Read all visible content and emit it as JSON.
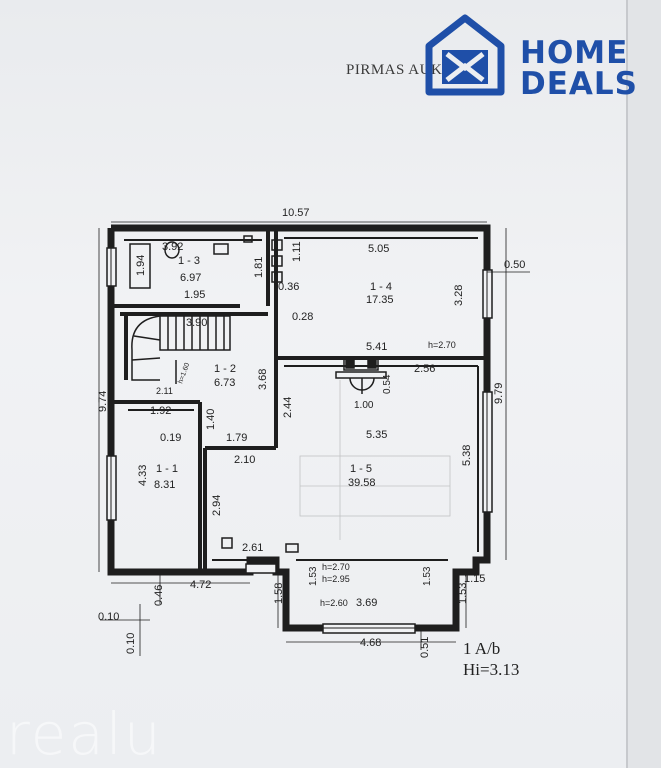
{
  "header": {
    "title": "PIRMAS AUKŠTAS"
  },
  "logo": {
    "line1": "HOME",
    "line2": "DEALS",
    "color": "#1f4fa8"
  },
  "watermark": {
    "text": "realu"
  },
  "scale": {
    "label": "1 A/b",
    "height": "Hi=3.13"
  },
  "rooms": [
    {
      "id": "1 - 1",
      "area": "8.31"
    },
    {
      "id": "1 - 2",
      "area": "6.73"
    },
    {
      "id": "1 - 3",
      "area": "6.97"
    },
    {
      "id": "1 - 4",
      "area": "17.35"
    },
    {
      "id": "1 - 5",
      "area": "39.58"
    }
  ],
  "dimensions": {
    "overall_width": "10.57",
    "overall_height": "9.74",
    "right_height": "9.79",
    "bath_width": "3.92",
    "bath_side": "1.94",
    "bath_bottom": "1.95",
    "bath_right": "1.81",
    "vent_side": "1.11",
    "vent_gap": "0.36",
    "stair_width": "3.90",
    "gap_028": "0.28",
    "r4_width": "5.05",
    "r4_height": "3.28",
    "r4_bottom": "5.41",
    "r4_h": "h=2.70",
    "bump_050": "0.50",
    "hall_height": "3.68",
    "stair_h": "h=1.60",
    "small_211": "2.11",
    "r5_top": "2.56",
    "r5_054": "0.54",
    "r5_100": "1.00",
    "wall_244": "2.44",
    "r1_width": "1.92",
    "r1_140": "1.40",
    "r1_019": "0.19",
    "r1_179": "1.79",
    "r5_width": "5.35",
    "r5_height": "5.38",
    "r1_height": "4.33",
    "hall_210": "2.10",
    "r5_294": "2.94",
    "r5_261": "2.61",
    "bay_270": "h=2.70",
    "bay_295": "h=2.95",
    "bay_153_left": "1.53",
    "bay_153_right": "1.53",
    "bay_153_outer": "1.53",
    "bay_115": "1.15",
    "bay_158": "1.58",
    "bay_260": "h=2.60",
    "bay_369": "3.69",
    "bottom_472": "4.72",
    "bottom_046": "0.46",
    "marker_010_a": "0.10",
    "marker_010_b": "0.10",
    "bottom_468": "4.68",
    "bottom_051": "0.51"
  }
}
